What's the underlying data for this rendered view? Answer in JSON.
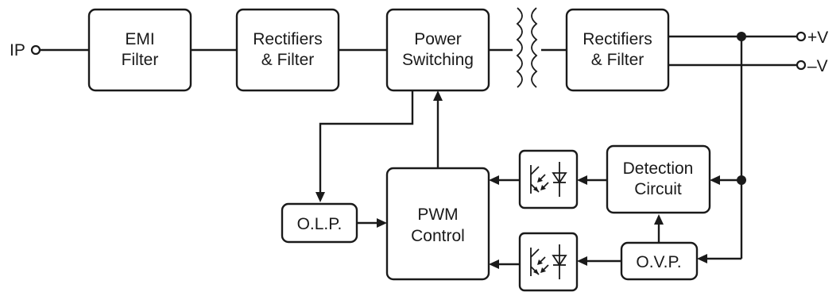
{
  "blocks": {
    "emi": [
      "EMI",
      "Filter"
    ],
    "rect1": [
      "Rectifiers",
      "& Filter"
    ],
    "power": [
      "Power",
      "Switching"
    ],
    "rect2": [
      "Rectifiers",
      "& Filter"
    ],
    "detect": [
      "Detection",
      "Circuit"
    ],
    "pwm": [
      "PWM",
      "Control"
    ],
    "olp": "O.L.P.",
    "ovp": "O.V.P."
  },
  "io": {
    "input": "IP",
    "pos_out": "+V",
    "neg_out": "–V"
  },
  "icons": [
    "transformer-icon",
    "optocoupler-icon"
  ]
}
